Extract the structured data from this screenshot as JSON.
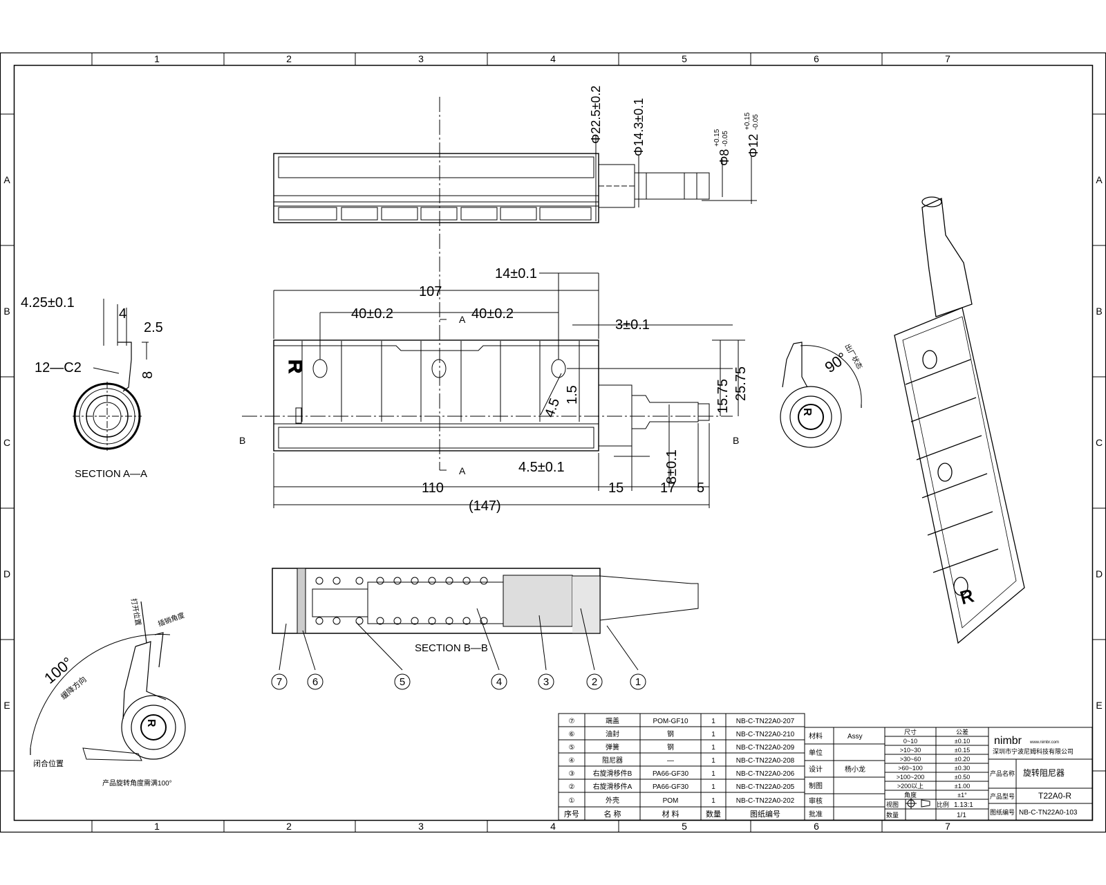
{
  "border": {
    "columns": [
      "1",
      "2",
      "3",
      "4",
      "5",
      "6",
      "7"
    ],
    "rows": [
      "A",
      "B",
      "C",
      "D",
      "E"
    ]
  },
  "top_view": {
    "dims": {
      "d_outer": "Φ22.5±0.2",
      "d_mid": "Φ14.3±0.1",
      "d_shaft8": "Φ8",
      "d_shaft8_tol_up": "+0.15",
      "d_shaft8_tol_dn": "-0.05",
      "d_shaft12": "Φ12",
      "d_shaft12_tol_up": "+0.15",
      "d_shaft12_tol_dn": "-0.05"
    }
  },
  "front_view": {
    "dims": {
      "overall_107": "107",
      "pitch_left": "40±0.2",
      "pitch_right": "40±0.2",
      "hole_offset": "14±0.1",
      "step_3": "3±0.1",
      "height_1575": "15.75",
      "height_2575": "25.75",
      "hole_45": "4.5",
      "dim_15": "1.5",
      "shaft_45": "4.5±0.1",
      "shaft_8": "8±0.1",
      "len_110": "110",
      "len_15": "15",
      "len_17": "17",
      "len_5": "5",
      "len_147": "(147)"
    },
    "section_marks": {
      "a_top": "A",
      "a_bottom": "A",
      "b_left": "B",
      "b_right": "B"
    },
    "logo_letter": "R"
  },
  "section_aa": {
    "title": "SECTION A—A",
    "dims": {
      "d1": "4.25±0.1",
      "d2": "4",
      "d3": "2.5",
      "d4": "12—C2",
      "d5": "8"
    }
  },
  "section_bb": {
    "title": "SECTION B—B",
    "balloons": [
      "7",
      "6",
      "5",
      "4",
      "3",
      "2",
      "1"
    ]
  },
  "rotation_view": {
    "angle": "90°",
    "note": "出厂状态"
  },
  "angle_view": {
    "angle": "100°",
    "label_top": "打开位置",
    "label_stop": "插销角度",
    "label_dir": "缓降方向",
    "label_closed": "闭合位置",
    "footnote": "产品旋转角度需满100°"
  },
  "bom": {
    "headers": [
      "序号",
      "名 称",
      "材 料",
      "数量",
      "图纸编号"
    ],
    "rows": [
      {
        "no": "⑦",
        "name": "端盖",
        "material": "POM-GF10",
        "qty": "1",
        "drawing": "NB-C-TN22A0-207"
      },
      {
        "no": "⑥",
        "name": "油封",
        "material": "钢",
        "qty": "1",
        "drawing": "NB-C-TN22A0-210"
      },
      {
        "no": "⑤",
        "name": "弹簧",
        "material": "钢",
        "qty": "1",
        "drawing": "NB-C-TN22A0-209"
      },
      {
        "no": "④",
        "name": "阻尼器",
        "material": "—",
        "qty": "1",
        "drawing": "NB-C-TN22A0-208"
      },
      {
        "no": "③",
        "name": "右旋滑移件B",
        "material": "PA66-GF30",
        "qty": "1",
        "drawing": "NB-C-TN22A0-206"
      },
      {
        "no": "②",
        "name": "右旋滑移件A",
        "material": "PA66-GF30",
        "qty": "1",
        "drawing": "NB-C-TN22A0-205"
      },
      {
        "no": "①",
        "name": "外壳",
        "material": "POM",
        "qty": "1",
        "drawing": "NB-C-TN22A0-202"
      }
    ]
  },
  "title_block": {
    "material_label": "材料",
    "material_value": "Assy",
    "unit_label": "单位",
    "design_label": "设计",
    "designer": "杨小龙",
    "draft_label": "制图",
    "review_label": "审核",
    "approve_label": "批准",
    "tol_header_size": "尺寸",
    "tol_header_tol": "公差",
    "tolerances": [
      {
        "range": "0~10",
        "tol": "±0.10"
      },
      {
        "range": ">10~30",
        "tol": "±0.15"
      },
      {
        "range": ">30~60",
        "tol": "±0.20"
      },
      {
        "range": ">60~100",
        "tol": "±0.30"
      },
      {
        "range": ">100~200",
        "tol": "±0.50"
      },
      {
        "range": ">200以上",
        "tol": "±1.00"
      },
      {
        "range": "角度",
        "tol": "±1°"
      }
    ],
    "view_label": "视图",
    "scale_label": "比例",
    "scale_value": "1.13:1",
    "qty_label": "数量",
    "qty_value": "1/1",
    "company_brand": "nimbr",
    "company_site": "www.nimbr.com",
    "company_name": "深圳市宁波尼姆科技有限公司",
    "product_name_label": "产品名称",
    "product_name": "旋转阻尼器",
    "product_model_label": "产品型号",
    "product_model": "T22A0-R",
    "drawing_no_label": "图纸编号",
    "drawing_no": "NB-C-TN22A0-103"
  }
}
